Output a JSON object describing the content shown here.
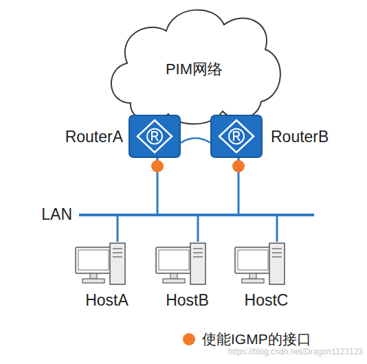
{
  "diagram": {
    "nodes": [
      {
        "text": [
          "PIM网络"
        ]
      },
      {
        "text": [
          "RouterA"
        ]
      },
      {
        "text": [
          "RouterB"
        ]
      },
      {
        "text": [
          "LAN"
        ]
      },
      {
        "text": [
          "HostA"
        ]
      },
      {
        "text": [
          "HostB"
        ]
      },
      {
        "text": [
          "HostC"
        ]
      }
    ],
    "edges": [
      {
        "from": 1,
        "to": 2,
        "arrow": "none"
      },
      {
        "from": 1,
        "to": 3,
        "arrow": "none"
      },
      {
        "from": 2,
        "to": 3,
        "arrow": "none"
      },
      {
        "from": 3,
        "to": 4,
        "arrow": "none"
      },
      {
        "from": 3,
        "to": 5,
        "arrow": "none"
      },
      {
        "from": 3,
        "to": 6,
        "arrow": "none"
      }
    ],
    "labels": [
      "https://blog.csdn.net/Dragon1123123"
    ],
    "legend": [
      {
        "text": "使能IGMP的接口",
        "color": "#f07a28"
      }
    ]
  }
}
